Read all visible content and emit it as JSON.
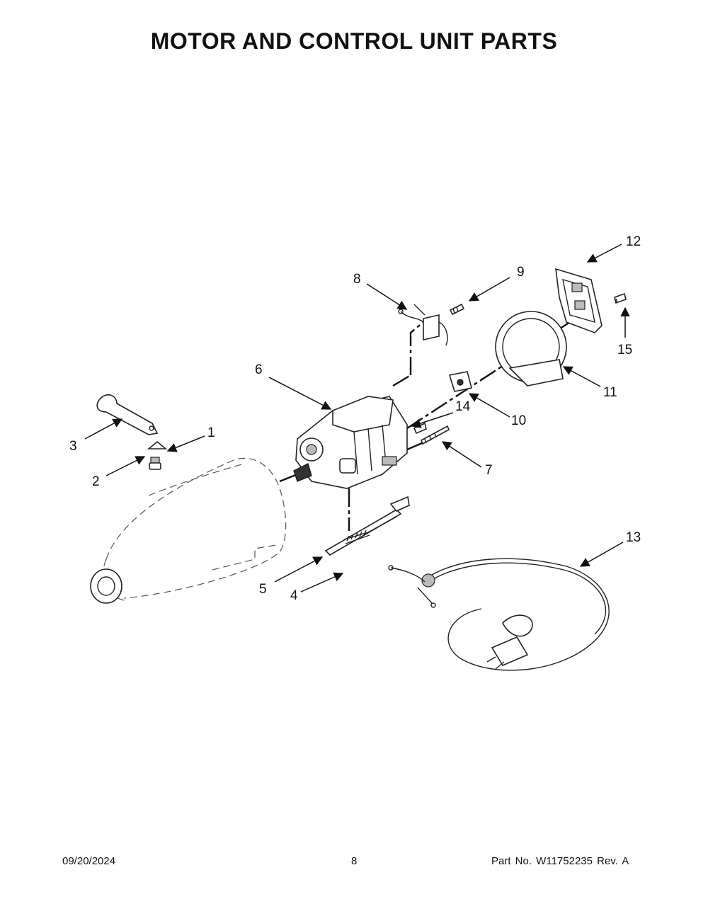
{
  "title": "MOTOR AND CONTROL UNIT PARTS",
  "callouts": [
    "1",
    "2",
    "3",
    "4",
    "5",
    "6",
    "7",
    "8",
    "9",
    "10",
    "11",
    "12",
    "13",
    "14",
    "15"
  ],
  "footer": {
    "date": "09/20/2024",
    "page": "8",
    "part_no": "Part No.  W11752235  Rev.  A"
  }
}
